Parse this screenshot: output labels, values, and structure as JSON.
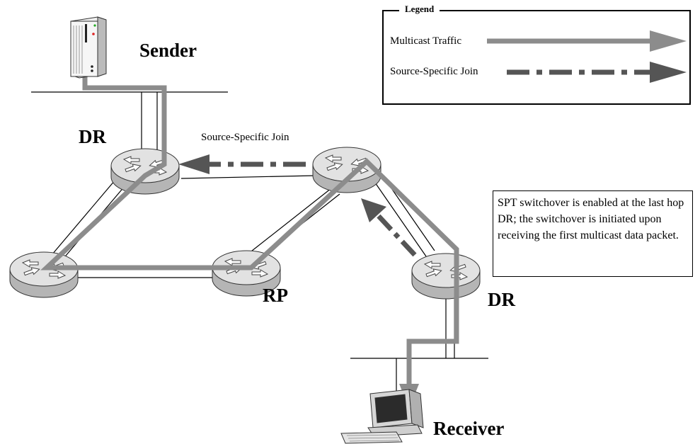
{
  "labels": {
    "sender": "Sender",
    "dr_top": "DR",
    "dr_bottom": "DR",
    "rp": "RP",
    "receiver": "Receiver",
    "ssj_arrow": "Source-Specific Join"
  },
  "legend": {
    "title": "Legend",
    "items": [
      {
        "label": "Multicast Traffic",
        "style": "solid",
        "color": "#8c8c8c"
      },
      {
        "label": "Source-Specific Join",
        "style": "dash-dot",
        "color": "#555555"
      }
    ]
  },
  "note": "SPT switchover is enabled at the last hop DR; the switchover is initiated upon receiving the first multicast data packet.",
  "colors": {
    "traffic": "#8c8c8c",
    "join": "#555555",
    "router_top": "#e0e0e0",
    "router_side": "#b5b5b5"
  },
  "icons": {
    "sender": "server-tower-icon",
    "receiver": "desktop-computer-icon",
    "router": "router-icon"
  }
}
